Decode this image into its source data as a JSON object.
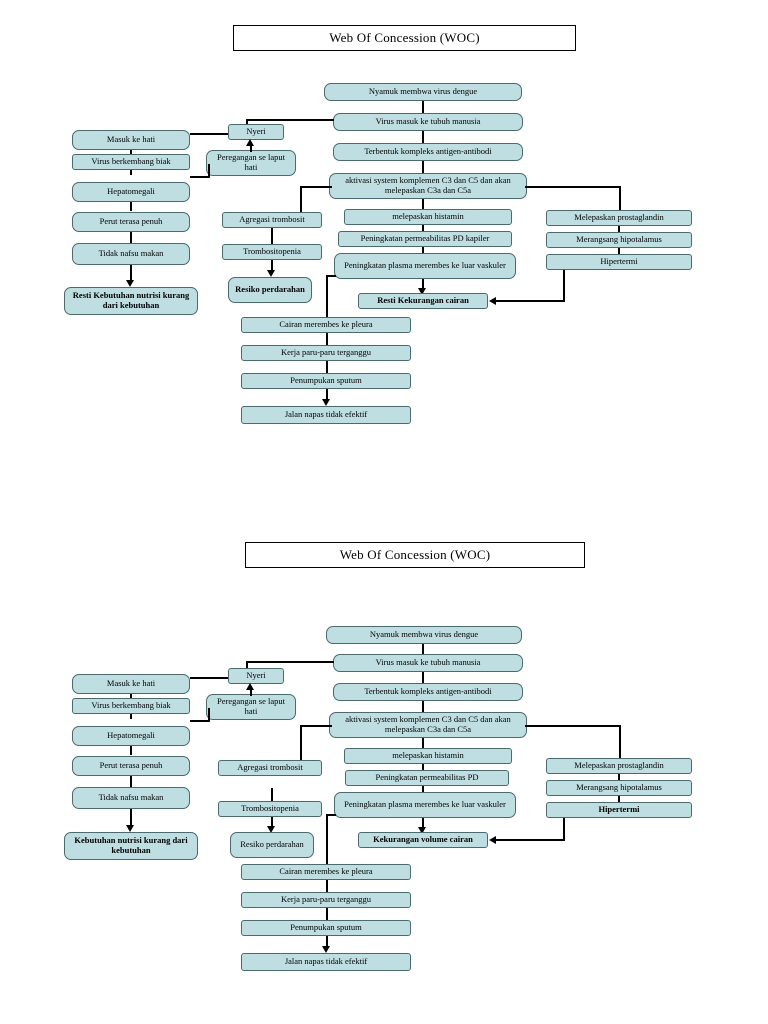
{
  "page": {
    "background": "#ffffff",
    "node_fill": "#bfdee1",
    "node_border": "#4a6a6d",
    "line_color": "#000000"
  },
  "diagrams": [
    {
      "title": "Web Of Concession (WOC)",
      "nodes": {
        "nyamuk": "Nyamuk membwa virus dengue",
        "virus_masuk": "Virus masuk ke tubuh manusia",
        "kompleks": "Terbentuk kompleks antigen-antibodi",
        "aktivasi": "aktivasi system komplemen  C3 dan C5 dan akan melepaskan C3a dan C5a",
        "histamin": "melepaskan histamin",
        "permeabilitas": "Peningkatan permeabilitas PD kapiler",
        "plasma": "Peningkatan plasma merembes ke luar vaskuler",
        "kekurangan_cairan": "Resti Kekurangan cairan",
        "masuk_hati": "Masuk ke hati",
        "berkembang": "Virus berkembang biak",
        "hepatomegali": "Hepatomegali",
        "perut": "Perut terasa penuh",
        "nafsu": "Tidak nafsu makan",
        "nutrisi": "Resti Kebutuhan nutrisi kurang dari kebutuhan",
        "nyeri": "Nyeri",
        "peregangan": "Peregangan se laput hati",
        "agregasi": "Agregasi trombosit",
        "trombositopenia": "Trombositopenia",
        "resiko": "Resiko perdarahan",
        "pleura": "Cairan merembes ke pleura",
        "paru": "Kerja paru-paru terganggu",
        "sputum": "Penumpukan sputum",
        "napas": "Jalan napas tidak efektif",
        "prostaglandin": "Melepaskan prostaglandin",
        "hipotalamus": "Merangsang hipotalamus",
        "hipertermi": "Hipertermi"
      }
    },
    {
      "title": "Web Of Concession (WOC)",
      "nodes": {
        "nyamuk": "Nyamuk membwa virus dengue",
        "virus_masuk": "Virus masuk ke tubuh manusia",
        "kompleks": "Terbentuk kompleks antigen-antibodi",
        "aktivasi": "aktivasi system komplemen  C3 dan C5 dan akan melepaskan C3a dan C5a",
        "histamin": "melepaskan histamin",
        "permeabilitas": "Peningkatan permeabilitas PD",
        "plasma": "Peningkatan plasma merembes ke luar vaskuler",
        "kekurangan_cairan": "Kekurangan volume cairan",
        "masuk_hati": "Masuk ke hati",
        "berkembang": "Virus berkembang biak",
        "hepatomegali": "Hepatomegali",
        "perut": "Perut terasa penuh",
        "nafsu": "Tidak nafsu makan",
        "nutrisi": "Kebutuhan nutrisi kurang dari kebutuhan",
        "nyeri": "Nyeri",
        "peregangan": "Peregangan se laput hati",
        "agregasi": "Agregasi trombosit",
        "trombositopenia": "Trombositopenia",
        "resiko": "Resiko perdarahan",
        "pleura": "Cairan merembes ke pleura",
        "paru": "Kerja paru-paru terganggu",
        "sputum": "Penumpukan sputum",
        "napas": "Jalan napas tidak efektif",
        "prostaglandin": "Melepaskan prostaglandin",
        "hipotalamus": "Merangsang hipotalamus",
        "hipertermi": "Hipertermi"
      }
    }
  ]
}
